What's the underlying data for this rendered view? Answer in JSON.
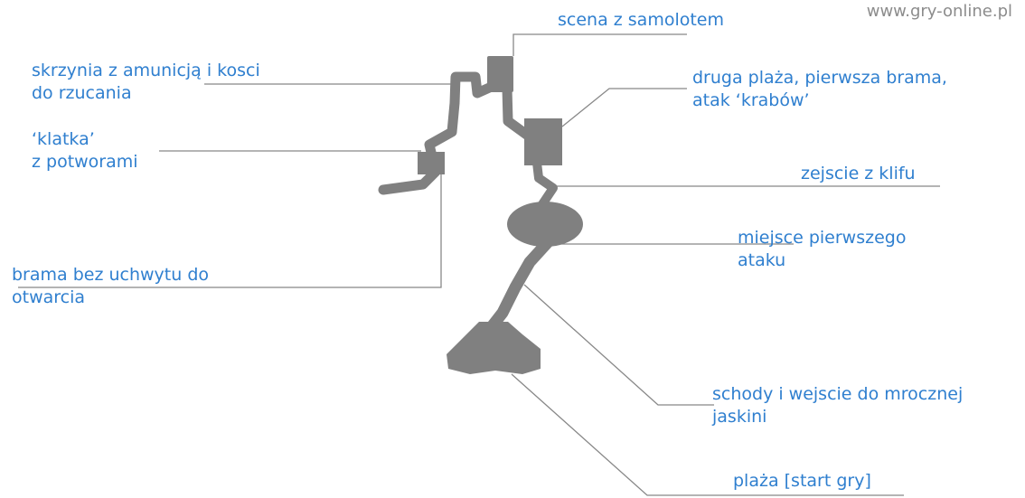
{
  "watermark": "www.gry-online.pl",
  "colors": {
    "label_text": "#2f7fcf",
    "map_fill": "#808080",
    "leader_line": "#888888",
    "watermark": "#8c8c8c"
  },
  "labels": {
    "scena": {
      "lines": [
        "scena z samolotem"
      ]
    },
    "skrzynia": {
      "lines": [
        "skrzynia z amunicją i kosci",
        "do rzucania"
      ]
    },
    "klatka": {
      "lines": [
        "‘klatka’",
        "z potworami"
      ]
    },
    "brama": {
      "lines": [
        "brama bez uchwytu do",
        "otwarcia"
      ]
    },
    "druga": {
      "lines": [
        "druga plaża, pierwsza brama,",
        "atak ‘krabów’"
      ]
    },
    "zejscie": {
      "lines": [
        "zejscie z klifu"
      ]
    },
    "miejsce": {
      "lines": [
        "miejsce pierwszego",
        "ataku"
      ]
    },
    "schody": {
      "lines": [
        "schody i wejscie do mrocznej",
        "jaskini"
      ]
    },
    "plaza": {
      "lines": [
        "plaża [start gry]"
      ]
    }
  }
}
